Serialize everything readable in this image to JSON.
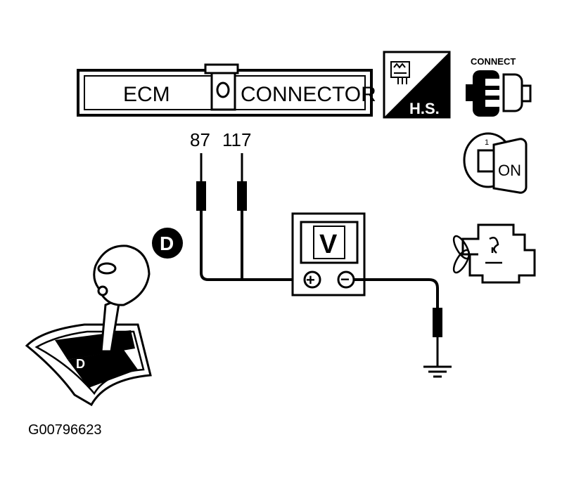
{
  "connector": {
    "left_label": "ECM",
    "right_label": "CONNECTOR"
  },
  "harness_side_icon": {
    "label": "H.S.",
    "icon": "harness-side-icon"
  },
  "connect_icon": {
    "label": "CONNECT",
    "icon": "connector-disconnect-icon"
  },
  "ignition_icon": {
    "label": "ON",
    "icon": "ignition-key-icon"
  },
  "engine_icon": {
    "icon": "engine-running-icon"
  },
  "pins": {
    "pin_a": "87",
    "pin_b": "117"
  },
  "voltmeter": {
    "label": "V",
    "plus": "+",
    "minus": "−"
  },
  "shift_lever": {
    "badge": "D",
    "gate_label": "D",
    "icon": "shift-lever-drive-icon"
  },
  "figure_code": "G00796623"
}
